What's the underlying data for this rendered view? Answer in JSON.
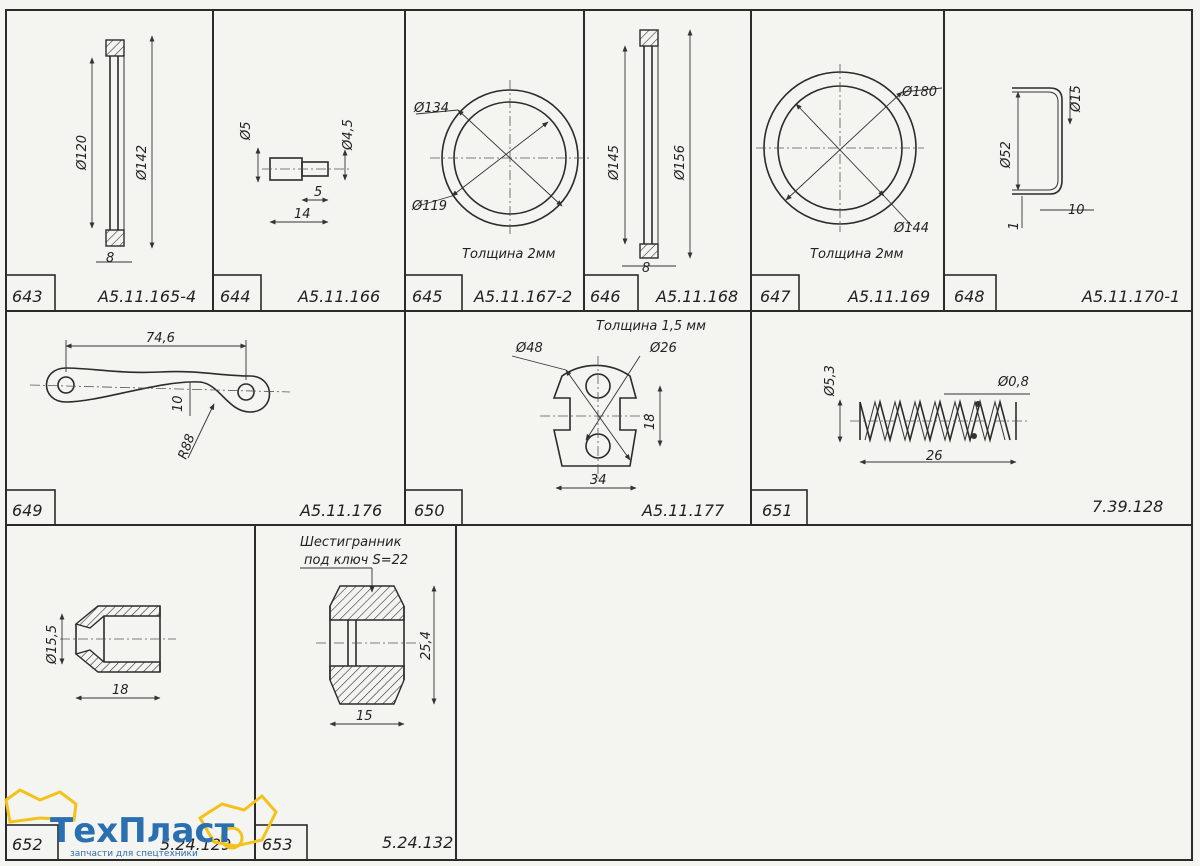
{
  "parts": [
    {
      "num": "643",
      "code": "А5.11.165-4",
      "dims": [
        "Ø120",
        "Ø142",
        "8"
      ]
    },
    {
      "num": "644",
      "code": "А5.11.166",
      "dims": [
        "Ø5",
        "Ø4,5",
        "5",
        "14"
      ]
    },
    {
      "num": "645",
      "code": "А5.11.167-2",
      "dims": [
        "Ø134",
        "Ø119"
      ],
      "note": "Толщина 2мм"
    },
    {
      "num": "646",
      "code": "А5.11.168",
      "dims": [
        "Ø145",
        "Ø156",
        "8"
      ]
    },
    {
      "num": "647",
      "code": "А5.11.169",
      "dims": [
        "Ø180",
        "Ø144"
      ],
      "note": "Толщина 2мм"
    },
    {
      "num": "648",
      "code": "А5.11.170-1",
      "dims": [
        "Ø52",
        "Ø15",
        "10",
        "1"
      ]
    },
    {
      "num": "649",
      "code": "А5.11.176",
      "dims": [
        "74,6",
        "10",
        "R88"
      ]
    },
    {
      "num": "650",
      "code": "А5.11.177",
      "dims": [
        "Ø48",
        "Ø26",
        "18",
        "34"
      ],
      "note": "Толщина 1,5 мм"
    },
    {
      "num": "651",
      "code": "7.39.128",
      "dims": [
        "Ø5,3",
        "Ø0,8",
        "26"
      ]
    },
    {
      "num": "652",
      "code": "5.24.129",
      "dims": [
        "Ø15,5",
        "18"
      ]
    },
    {
      "num": "653",
      "code": "5.24.132",
      "dims": [
        "25,4",
        "15"
      ],
      "note": [
        "Шестигранник",
        "под ключ S=22"
      ]
    }
  ],
  "logo": {
    "brand": "ТехПласт",
    "tagline": "запчасти для спецтехники",
    "colors": {
      "blue": "#2a6fb0",
      "yellow": "#f3c21b"
    }
  }
}
